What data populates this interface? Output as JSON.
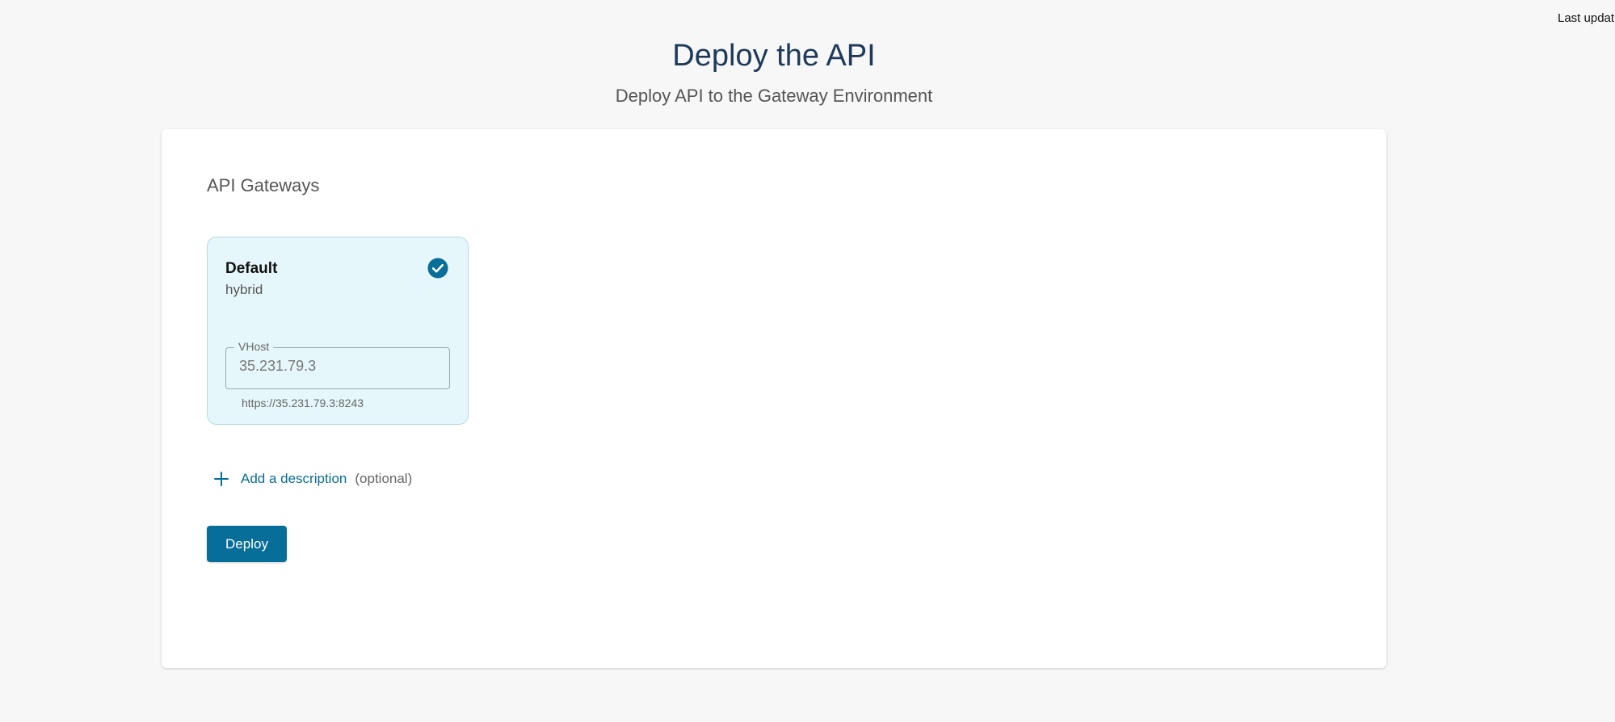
{
  "header": {
    "last_updated_label": "Last updat",
    "title": "Deploy the API",
    "subtitle": "Deploy API to the Gateway Environment"
  },
  "gateways_section": {
    "title": "API Gateways",
    "gateways": [
      {
        "name": "Default",
        "type": "hybrid",
        "selected": true,
        "selected_icon": "check-circle-icon",
        "vhost_label": "VHost",
        "vhost_value": "35.231.79.3",
        "vhost_url": "https://35.231.79.3:8243"
      }
    ]
  },
  "description": {
    "add_label": "Add a description",
    "optional_label": "(optional)",
    "icon": "plus-icon"
  },
  "actions": {
    "deploy_label": "Deploy"
  },
  "colors": {
    "primary": "#076d99",
    "title": "#1e3a5a",
    "selected_card_bg": "#e6f7fb",
    "page_bg": "#f7f7f7"
  }
}
